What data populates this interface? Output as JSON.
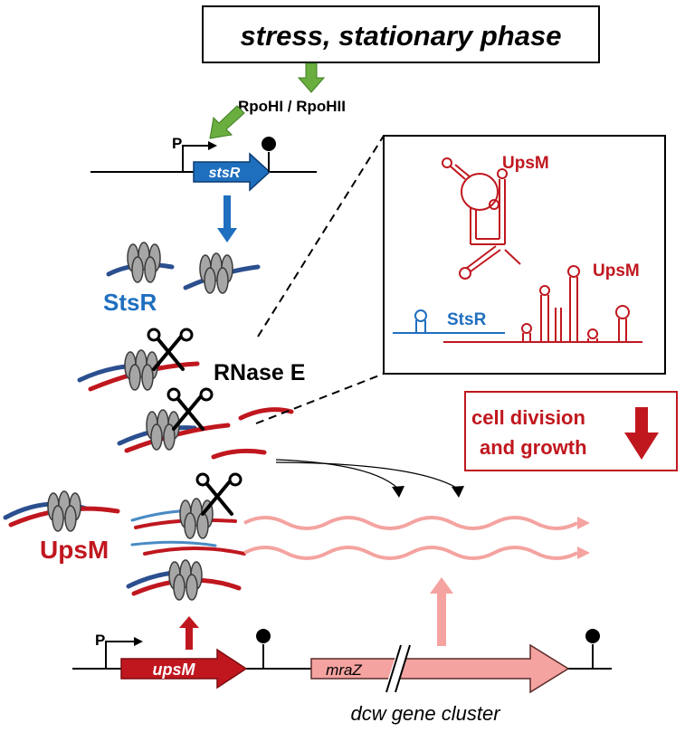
{
  "title_box": {
    "text": "stress, stationary phase"
  },
  "sigma_factors": {
    "label": "RpoHI / RpoHII"
  },
  "promoter_label": "P",
  "stsR_gene": {
    "label": "stsR"
  },
  "stsR_rna_label": "StsR",
  "rnase_label": "RNase E",
  "inset": {
    "upsM_label_top": "UpsM",
    "upsM_label_right": "UpsM",
    "stsR_label": "StsR"
  },
  "effect_box": {
    "line1": "cell division",
    "line2": "and growth"
  },
  "upsM_rna_label": "UpsM",
  "upsM_gene": {
    "label": "upsM"
  },
  "mraZ_gene": {
    "label": "mraZ"
  },
  "cluster_label": "dcw gene cluster",
  "colors": {
    "stsR_blue": "#1f6fbf",
    "upsM_red": "#c0171f",
    "dcw_pink": "#f4a3a0",
    "sigma_green": "#6aae3f",
    "ribosome_gray": "#a6a6a6"
  }
}
